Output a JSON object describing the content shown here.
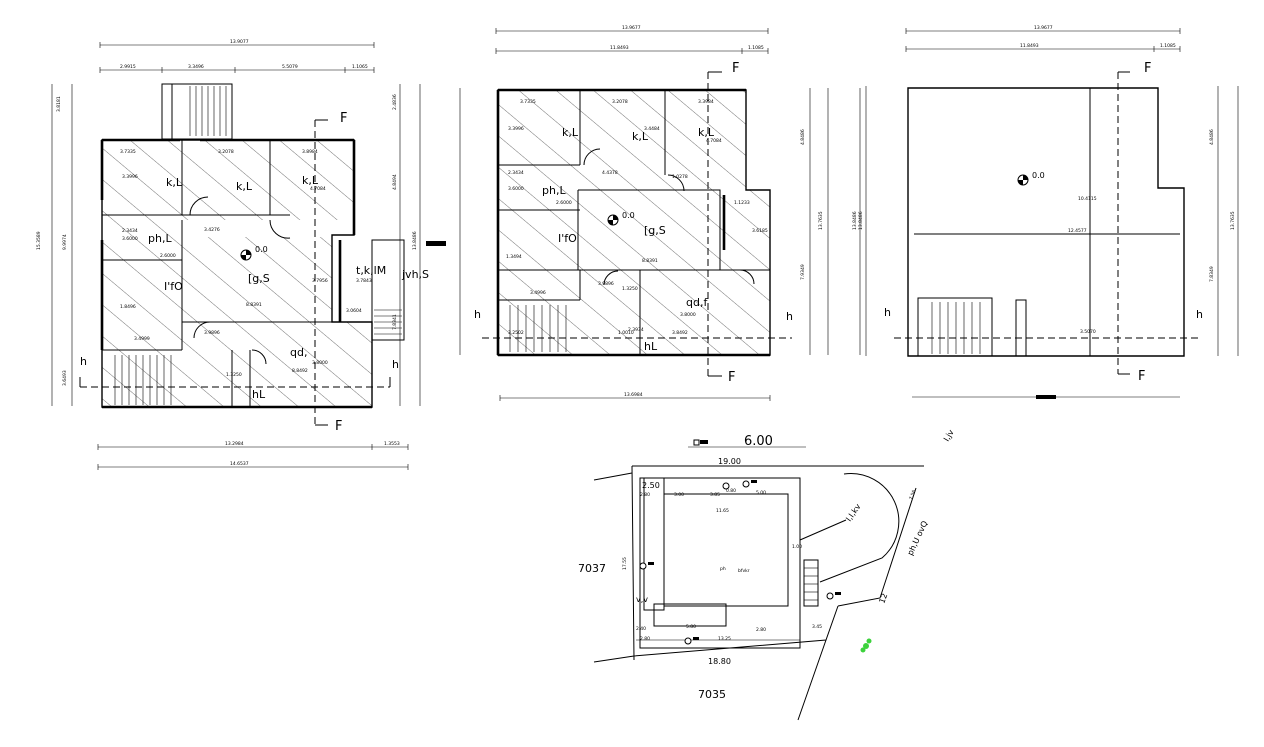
{
  "plan_ground": {
    "dims": {
      "top_overall": "13.9077",
      "top_seg_1": "2.9915",
      "top_seg_2": "3.3496",
      "top_seg_3": "5.5079",
      "top_seg_4": "1.1065",
      "left_seg_1": "3.8181",
      "left_overall": "15.3589",
      "left_seg_2": "9.9974",
      "left_seg_3": "3.6493",
      "right_seg_1": "2.4836",
      "right_seg_2": "4.8494",
      "right_seg_3": "7.8341",
      "right_overall": "13.8486",
      "bottom_seg_1": "13.2984",
      "bottom_seg_2": "1.3553",
      "bottom_overall": "14.6537",
      "room_1": "3.7335",
      "room_2": "3.2078",
      "room_3": "3.3996",
      "room_4": "3.8984",
      "room_5": "4.7084",
      "room_6": "2.3434",
      "room_7": "3.6000",
      "room_8": "3.4276",
      "room_9": "2.6000",
      "room_10": "1.8496",
      "room_11": "8.8391",
      "room_12": "3.4999",
      "room_13": "3.9896",
      "room_14": "3.8000",
      "room_15": "8.8492",
      "room_16": "3.7956",
      "room_17": "3.0604",
      "room_18": "1.3250",
      "room_19": "3.7843"
    },
    "labels": {
      "room_a": "k,L",
      "room_b": "k,L",
      "room_c": "k,L",
      "room_d": "ph,L",
      "room_e": "I'fO",
      "room_f": "[g,S",
      "room_g": "qd,",
      "room_h": "hL",
      "room_i": "t,k,lM",
      "room_j": "jvh,S",
      "level": "0.0",
      "section_f_top": "F",
      "section_f_bottom": "F",
      "section_h_left": "h",
      "section_h_right": "h"
    }
  },
  "plan_first": {
    "dims": {
      "top_overall": "13.9677",
      "top_seg_1": "11.8493",
      "top_seg_2": "1.1085",
      "right_seg_1": "4.8486",
      "right_seg_2": "13.7635",
      "right_seg_3": "7.9349",
      "right_overall": "13.8486",
      "bottom_overall": "13.6984",
      "room_1": "3.7335",
      "room_2": "3.2078",
      "room_3": "3.3996",
      "room_4": "3.4484",
      "room_5": "3.3984",
      "room_6": "4.7084",
      "room_7": "2.3434",
      "room_8": "3.6000",
      "room_9": "4.4378",
      "room_10": "1.0278",
      "room_11": "2.6000",
      "room_12": "1.1233",
      "room_13": "3.6185",
      "room_14": "1.3494",
      "room_15": "8.8391",
      "room_16": "3.4996",
      "room_17": "3.9896",
      "room_18": "1.3250",
      "room_19": "2.3934",
      "room_20": "3.8000",
      "room_21": "3.8492",
      "room_22": "3.2502",
      "room_23": "1.0010"
    },
    "labels": {
      "room_a": "k,L",
      "room_b": "k,L",
      "room_c": "k,L",
      "room_d": "ph,L",
      "room_e": "I'fO",
      "room_f": "[g,S",
      "room_g": "qd,f",
      "room_h": "hL",
      "level": "0.0",
      "section_f_top": "F",
      "section_f_bottom": "F",
      "section_h_left": "h",
      "section_h_right": "h"
    }
  },
  "plan_roof": {
    "dims": {
      "top_overall": "13.9677",
      "top_seg_1": "11.8493",
      "top_seg_2": "1.1085",
      "right_seg_1": "4.8486",
      "right_seg_2": "13.7635",
      "right_seg_3": "7.8349",
      "left_overall": "13.8486",
      "inner_h": "12.4577",
      "inner_v": "10.4115",
      "inner_bottom": "3.5070"
    },
    "labels": {
      "level": "0.0",
      "section_f_top": "F",
      "section_f_bottom": "F",
      "section_h_left": "h",
      "section_h_right": "h"
    }
  },
  "site_plan": {
    "dims": {
      "top_road": "6.00",
      "width_top": "19.00",
      "width_bottom": "18.80",
      "d_1": "2.50",
      "d_2": "2.80",
      "d_3": "3.00",
      "d_4": "3.85",
      "d_5": "0.80",
      "d_6": "5.00",
      "d_7": "11.65",
      "d_8": "1.00",
      "d_9": "5.80",
      "d_10": "13.25",
      "d_11": "2.80",
      "d_12": "3.45",
      "d_13": "2.40",
      "d_14": "2.80",
      "d_15": "17.55",
      "d_16": "12",
      "d_17": "7.56"
    },
    "labels": {
      "plot_left": "7037",
      "plot_bottom": "7035",
      "road_top_right": "I,jv",
      "road_right": "ph,U ovQ",
      "arc_label": "I,I,kv",
      "center_1": "ph",
      "center_2": "bfvkr",
      "lower_label": "v,v"
    }
  },
  "colors": {
    "ink": "#000000",
    "background": "#ffffff",
    "marker": "#3cd23c"
  }
}
